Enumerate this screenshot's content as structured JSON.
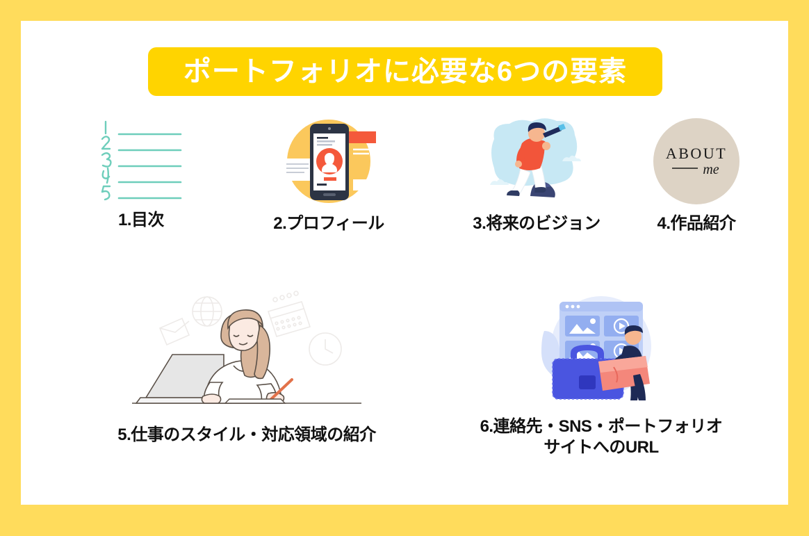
{
  "poster": {
    "frame_color": "#FFDC5C",
    "background_color": "#FFFFFF",
    "banner_color": "#FFD400",
    "banner_text_color": "#FFFFFF",
    "label_color": "#111111"
  },
  "title": {
    "text": "ポートフォリオに必要な6つの要素"
  },
  "items": [
    {
      "number": "1",
      "label": "1.目次",
      "icon_name": "numbered-list-icon",
      "icon_colors": {
        "line": "#6ECEBB"
      },
      "icon_numbers": [
        "1",
        "2",
        "3",
        "4",
        "5"
      ]
    },
    {
      "number": "2",
      "label": "2.プロフィール",
      "icon_name": "smartphone-profile-icon",
      "icon_colors": {
        "circle": "#FBC85C",
        "device": "#2C3444",
        "accent": "#F4593B",
        "screen": "#FFFFFF"
      }
    },
    {
      "number": "3",
      "label": "3.将来のビジョン",
      "icon_name": "person-with-telescope-icon",
      "icon_colors": {
        "blob": "#C7E8F4",
        "shirt": "#F2553A",
        "pants": "#FFFFFF",
        "hair": "#1F2B5B",
        "rock": "#3A4573",
        "skin": "#F6B68F"
      }
    },
    {
      "number": "4",
      "label": "4.作品紹介",
      "icon_name": "about-me-badge-icon",
      "icon_colors": {
        "circle": "#DDD3C5",
        "text": "#1A1A1A"
      },
      "badge_top_text": "ABOUT",
      "badge_bottom_text": "me"
    },
    {
      "number": "5",
      "label": "5.仕事のスタイル・対応領域の紹介",
      "icon_name": "woman-at-laptop-icon",
      "icon_colors": {
        "outline": "#5A5048",
        "hair": "#D9B69B",
        "skin": "#FBEAE2",
        "laptop": "#E6E6E6",
        "pencil": "#E2724A",
        "faint": "#EDEAE8"
      },
      "decor_icons": [
        "globe-icon",
        "envelope-icon",
        "calendar-icon",
        "clock-icon"
      ]
    },
    {
      "number": "6",
      "label_line1": "6.連絡先・SNS・ポートフォリオ",
      "label_line2": "サイトへのURL",
      "icon_name": "briefcase-portfolio-icon",
      "icon_colors": {
        "briefcase": "#4A55E0",
        "briefcase_dark": "#3A3FC4",
        "folder": "#F4877B",
        "folder_light": "#F9A79A",
        "browser": "#BFD0F7",
        "browser_dark": "#93AEF0",
        "person": "#1E2A55",
        "skin": "#F6B68F",
        "leaf": "#D5E0FA"
      }
    }
  ]
}
